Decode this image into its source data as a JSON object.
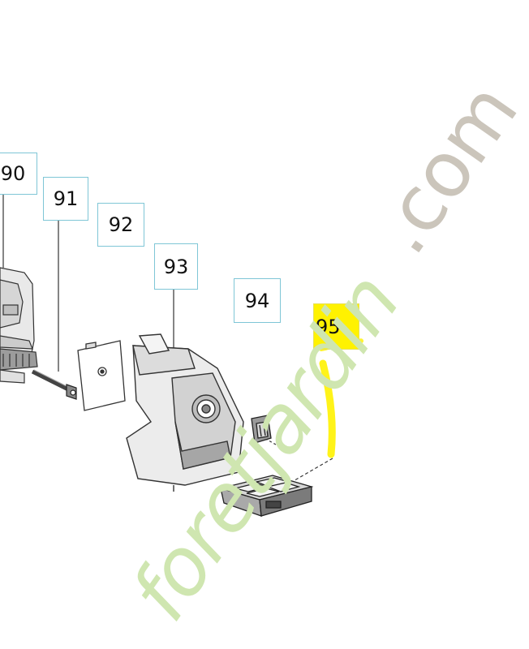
{
  "callouts": {
    "c90": "90",
    "c91": "91",
    "c92": "92",
    "c93": "93",
    "c94": "94",
    "c95": "95"
  },
  "highlight": {
    "callout": "95",
    "color": "#fff200"
  },
  "watermark": {
    "text": "foretjardin",
    "tld": ".com",
    "color_main": "#cfe6b0",
    "color_tld": "#cbc5bb"
  },
  "icons": {
    "part_90": "engine-block-icon",
    "part_91": "bolt-icon",
    "part_92": "gasket-plate-icon",
    "part_93": "housing-cover-icon",
    "part_94": "knob-icon",
    "part_95": "drawer-tray-icon"
  }
}
